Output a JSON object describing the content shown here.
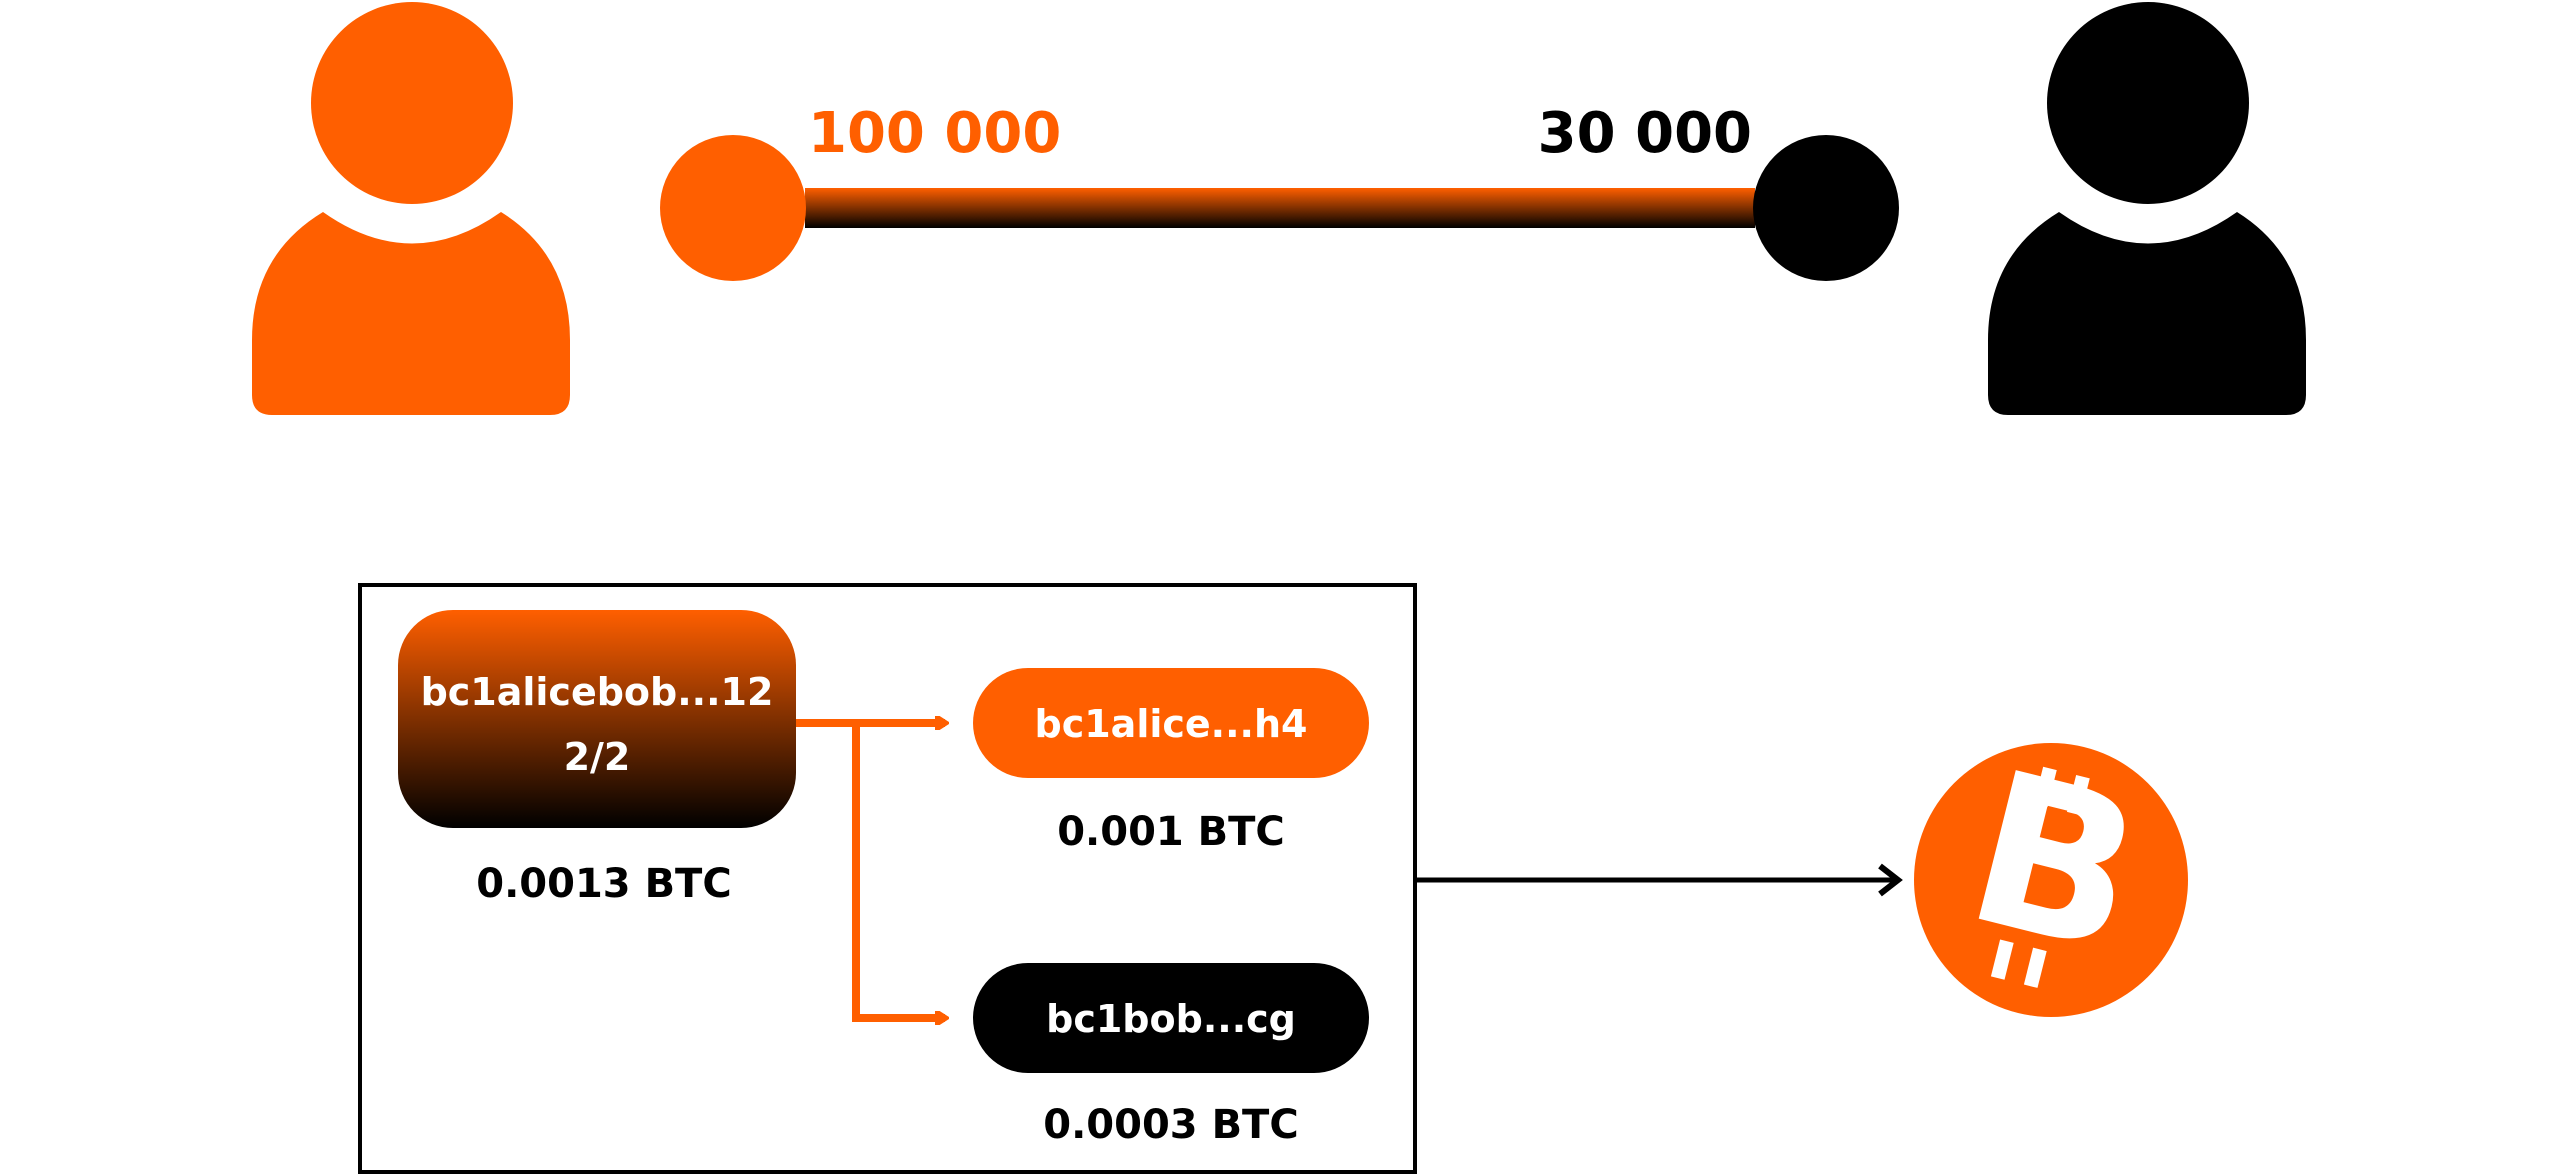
{
  "colors": {
    "orange": "#ff5f00",
    "black": "#000000",
    "white": "#ffffff",
    "dark_brown": "#5a1e00"
  },
  "channel": {
    "left_balance": "100 000",
    "right_balance": "30 000"
  },
  "funding_tx": {
    "address": "bc1alicebob...12",
    "multisig": "2/2",
    "amount": "0.0013 BTC"
  },
  "outputs": [
    {
      "address": "bc1alice...h4",
      "amount": "0.001 BTC"
    },
    {
      "address": "bc1bob...cg",
      "amount": "0.0003 BTC"
    }
  ],
  "icons": {
    "left_user": "user-icon",
    "right_user": "user-icon",
    "blockchain": "bitcoin-icon"
  }
}
